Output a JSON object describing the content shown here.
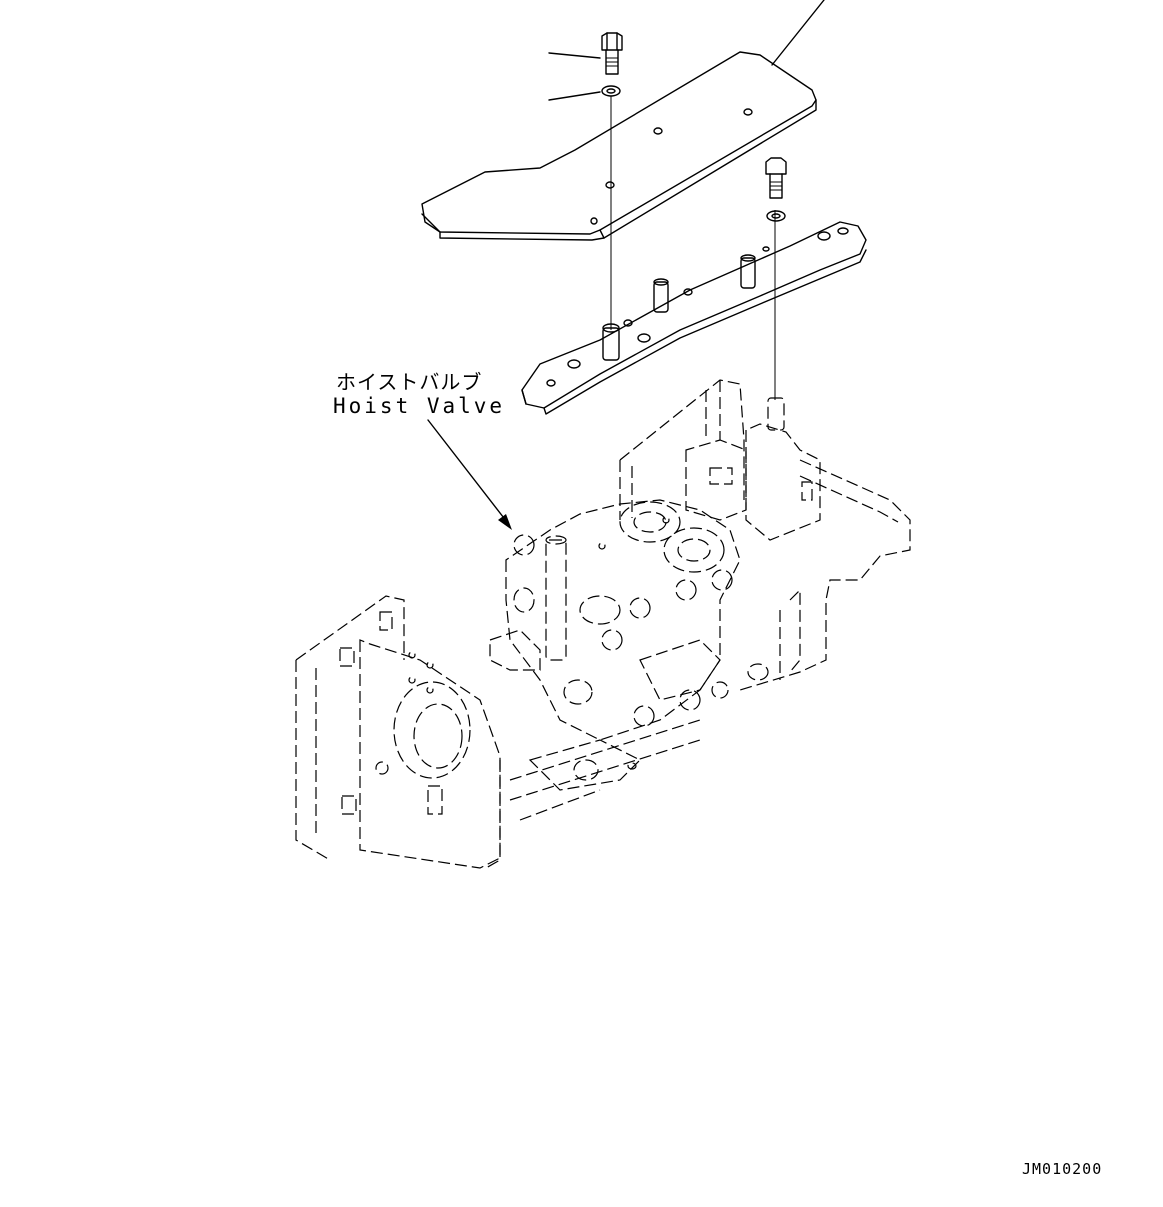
{
  "diagram": {
    "callout_label_jp": "ホイストバルブ",
    "callout_label_en": "Hoist Valve",
    "drawing_code": "JM010200"
  }
}
